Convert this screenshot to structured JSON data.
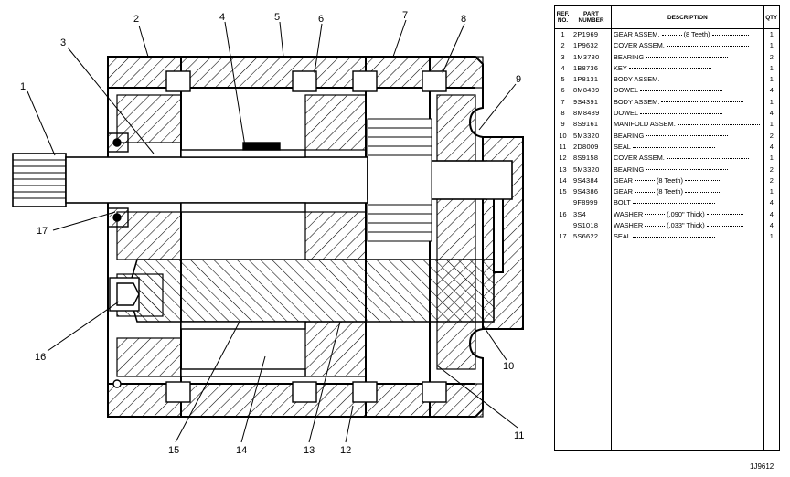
{
  "drawing": {
    "callouts": [
      "1",
      "2",
      "3",
      "4",
      "5",
      "6",
      "7",
      "8",
      "9",
      "10",
      "11",
      "12",
      "13",
      "14",
      "15",
      "16",
      "17"
    ]
  },
  "table": {
    "headers": {
      "ref": "REF. NO.",
      "part": "PART NUMBER",
      "desc": "DESCRIPTION",
      "qty": "QTY"
    },
    "rows": [
      {
        "ref": "1",
        "part": "2P1969",
        "desc": "GEAR ASSEM.",
        "note": "(8 Teeth)",
        "qty": "1"
      },
      {
        "ref": "2",
        "part": "1P9632",
        "desc": "COVER ASSEM.",
        "note": "",
        "qty": "1"
      },
      {
        "ref": "3",
        "part": "1M3780",
        "desc": "BEARING",
        "note": "",
        "qty": "2"
      },
      {
        "ref": "4",
        "part": "1B8736",
        "desc": "KEY",
        "note": "",
        "qty": "1"
      },
      {
        "ref": "5",
        "part": "1P8131",
        "desc": "BODY ASSEM.",
        "note": "",
        "qty": "1"
      },
      {
        "ref": "6",
        "part": "8M8489",
        "desc": "DOWEL",
        "note": "",
        "qty": "4"
      },
      {
        "ref": "7",
        "part": "9S4391",
        "desc": "BODY ASSEM.",
        "note": "",
        "qty": "1"
      },
      {
        "ref": "8",
        "part": "8M8489",
        "desc": "DOWEL",
        "note": "",
        "qty": "4"
      },
      {
        "ref": "9",
        "part": "8S9161",
        "desc": "MANIFOLD ASSEM.",
        "note": "",
        "qty": "1"
      },
      {
        "ref": "10",
        "part": "5M3320",
        "desc": "BEARING",
        "note": "",
        "qty": "2"
      },
      {
        "ref": "11",
        "part": "2D8009",
        "desc": "SEAL",
        "note": "",
        "qty": "4"
      },
      {
        "ref": "12",
        "part": "8S9158",
        "desc": "COVER ASSEM.",
        "note": "",
        "qty": "1"
      },
      {
        "ref": "13",
        "part": "5M3320",
        "desc": "BEARING",
        "note": "",
        "qty": "2"
      },
      {
        "ref": "14",
        "part": "9S4384",
        "desc": "GEAR",
        "note": "(8 Teeth)",
        "qty": "2"
      },
      {
        "ref": "15",
        "part": "9S4386",
        "desc": "GEAR",
        "note": "(8 Teeth)",
        "qty": "1"
      },
      {
        "ref": "",
        "part": "9F8999",
        "desc": "BOLT",
        "note": "",
        "qty": "4"
      },
      {
        "ref": "16",
        "part": "3S4",
        "desc": "WASHER",
        "note": "(.090\" Thick)",
        "qty": "4"
      },
      {
        "ref": "",
        "part": "9S1018",
        "desc": "WASHER",
        "note": "(.033\" Thick)",
        "qty": "4"
      },
      {
        "ref": "17",
        "part": "5S6622",
        "desc": "SEAL",
        "note": "",
        "qty": "1"
      }
    ]
  },
  "figure_number": "1J9612"
}
